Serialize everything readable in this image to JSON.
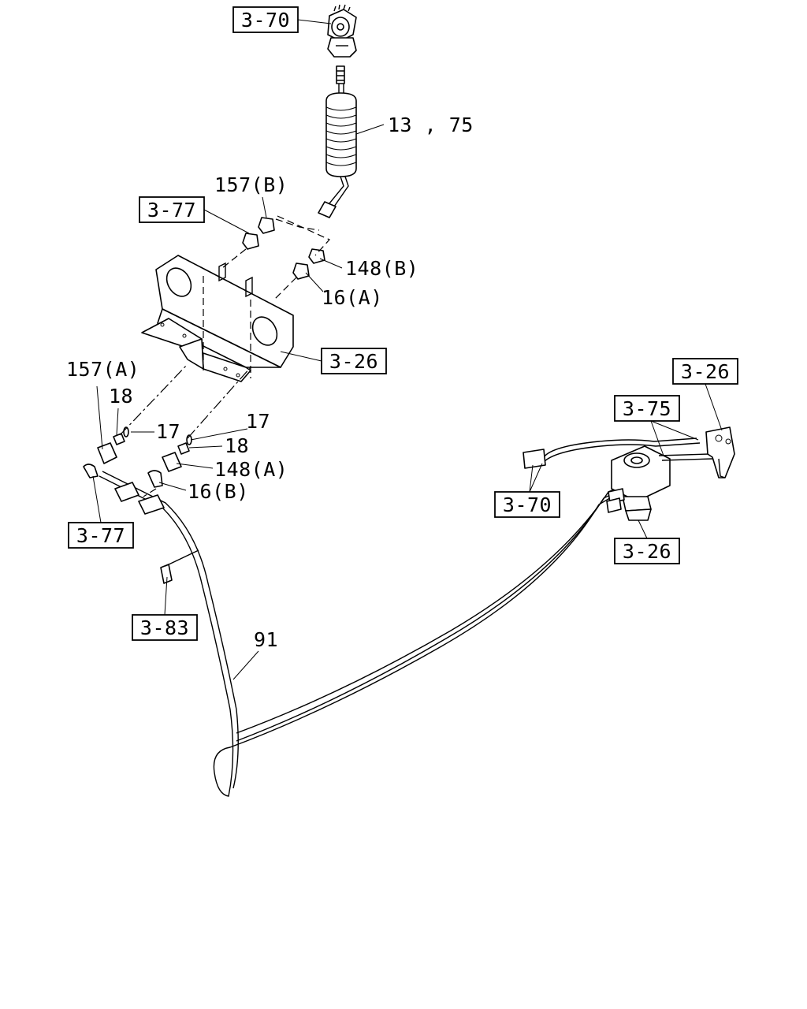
{
  "references": {
    "ref_3_70_top": "3-70",
    "ref_3_77_upper": "3-77",
    "ref_3_26_bracket": "3-26",
    "ref_3_26_right": "3-26",
    "ref_3_75": "3-75",
    "ref_3_70_right": "3-70",
    "ref_3_26_lower": "3-26",
    "ref_3_77_lower": "3-77",
    "ref_3_83": "3-83"
  },
  "callouts": {
    "p13_75": "13 , 75",
    "p157_b": "157(B)",
    "p148_b": "148(B)",
    "p16_a": "16(A)",
    "p157_a": "157(A)",
    "p18_left": "18",
    "p17_left": "17",
    "p17_right": "17",
    "p18_right": "18",
    "p148_a": "148(A)",
    "p16_b": "16(B)",
    "p91": "91"
  }
}
